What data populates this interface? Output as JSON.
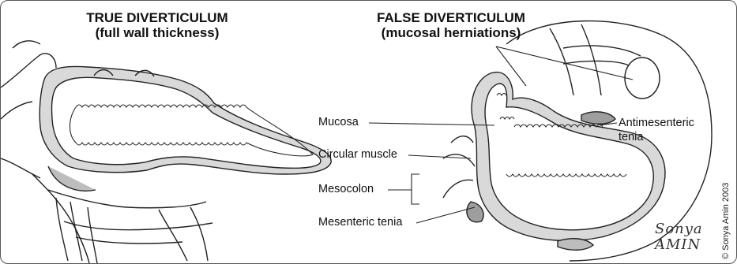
{
  "true_diverticulum": {
    "title": "TRUE DIVERTICULUM",
    "subtitle": "(full wall thickness)"
  },
  "false_diverticulum": {
    "title": "FALSE DIVERTICULUM",
    "subtitle": "(mucosal herniations)"
  },
  "labels": {
    "mucosa": "Mucosa",
    "circular_muscle": "Circular muscle",
    "mesocolon": "Mesocolon",
    "mesenteric_tenia": "Mesenteric tenia",
    "antimesenteric_tenia_line1": "Antimesenteric",
    "antimesenteric_tenia_line2": "tenia"
  },
  "signature": {
    "line1": "Sonya",
    "line2": "AMIN"
  },
  "copyright": "© Sonya Amin 2003"
}
